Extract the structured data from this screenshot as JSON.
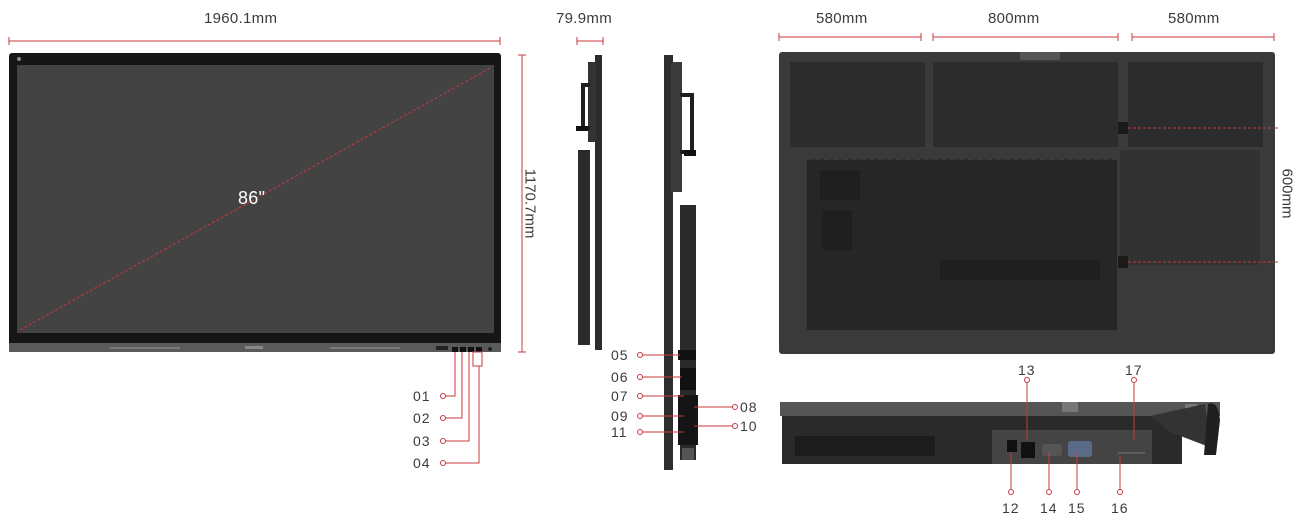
{
  "front": {
    "width_label": "1960.1mm",
    "height_label": "1170.7mm",
    "size_label": "86\"",
    "callouts": [
      "01",
      "02",
      "03",
      "04"
    ]
  },
  "side": {
    "depth_label": "79.9mm",
    "callouts_left": [
      "05",
      "06",
      "07",
      "09",
      "11"
    ],
    "callouts_right": [
      "08",
      "10"
    ]
  },
  "back": {
    "seg_left": "580mm",
    "seg_mid": "800mm",
    "seg_right": "580mm",
    "vertical": "600mm"
  },
  "bottom": {
    "callouts_top": [
      "13",
      "17"
    ],
    "callouts_bottom": [
      "12",
      "14",
      "15",
      "16"
    ]
  },
  "colors": {
    "dimension_line": "#c8393f",
    "screen": "#434343",
    "bezel": "#161616",
    "panel_back": "#3a3a3a"
  }
}
